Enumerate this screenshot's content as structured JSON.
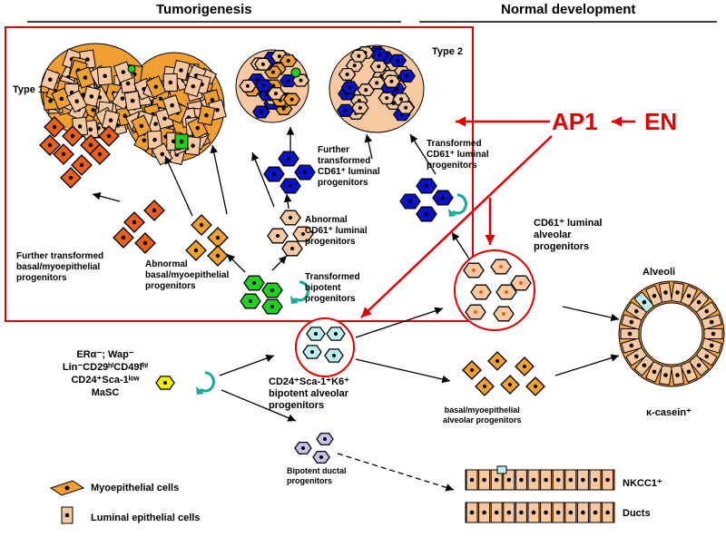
{
  "sections": {
    "tumorigenesis": "Tumorigenesis",
    "normal_development": "Normal development"
  },
  "type_labels": {
    "type1": "Type 1",
    "type2": "Type 2"
  },
  "factors": {
    "ap1": "AP1",
    "en": "EN"
  },
  "labels": {
    "further_basal": [
      "Further transformed",
      "basal/myoepithelial",
      "progenitors"
    ],
    "abnormal_basal": [
      "Abnormal",
      "basal/myoepithelial",
      "progenitors"
    ],
    "transformed_bipotent": [
      "Transformed",
      "bipotent",
      "progenitors"
    ],
    "abnormal_cd61": [
      "Abnormal",
      "CD61⁺ luminal",
      "progenitors"
    ],
    "further_cd61": [
      "Further",
      "transformed",
      "CD61⁺ luminal",
      "progenitors"
    ],
    "transformed_cd61": [
      "Transformed",
      "CD61⁺ luminal",
      "progenitors"
    ],
    "cd61_alveolar": [
      "CD61⁺ luminal",
      "alveolar",
      "progenitors"
    ],
    "alveoli": "Alveoli",
    "casein": "κ-casein⁺",
    "masc": [
      "ERα⁻; Wap⁻",
      "Lin⁻CD29ʰⁱCD49fʰⁱ",
      "CD24⁺Sca-1ˡᵒʷ",
      "MaSC"
    ],
    "bipotent_alveolar": [
      "CD24⁺Sca-1⁺K6⁺",
      "bipotent alveolar",
      "progenitors"
    ],
    "basal_alveolar": [
      "basal/myoepithelial",
      "alveolar progenitors"
    ],
    "bipotent_ductal": [
      "Bipotent ductal",
      "progenitors"
    ],
    "nkcc1": "NKCC1⁺",
    "ducts": "Ducts"
  },
  "legend": {
    "myo": "Myoepithelial cells",
    "luminal": "Luminal epithelial cells"
  },
  "colors": {
    "red": "#e00000",
    "orange": "#f0a030",
    "peach": "#f8c9a0",
    "dark_orange": "#e8601c",
    "blue": "#0a12c8",
    "green": "#20d020",
    "cyan": "#bff0f0",
    "lavender": "#c8c0e8",
    "yellow": "#f0f000",
    "teal": "#1aa898"
  }
}
